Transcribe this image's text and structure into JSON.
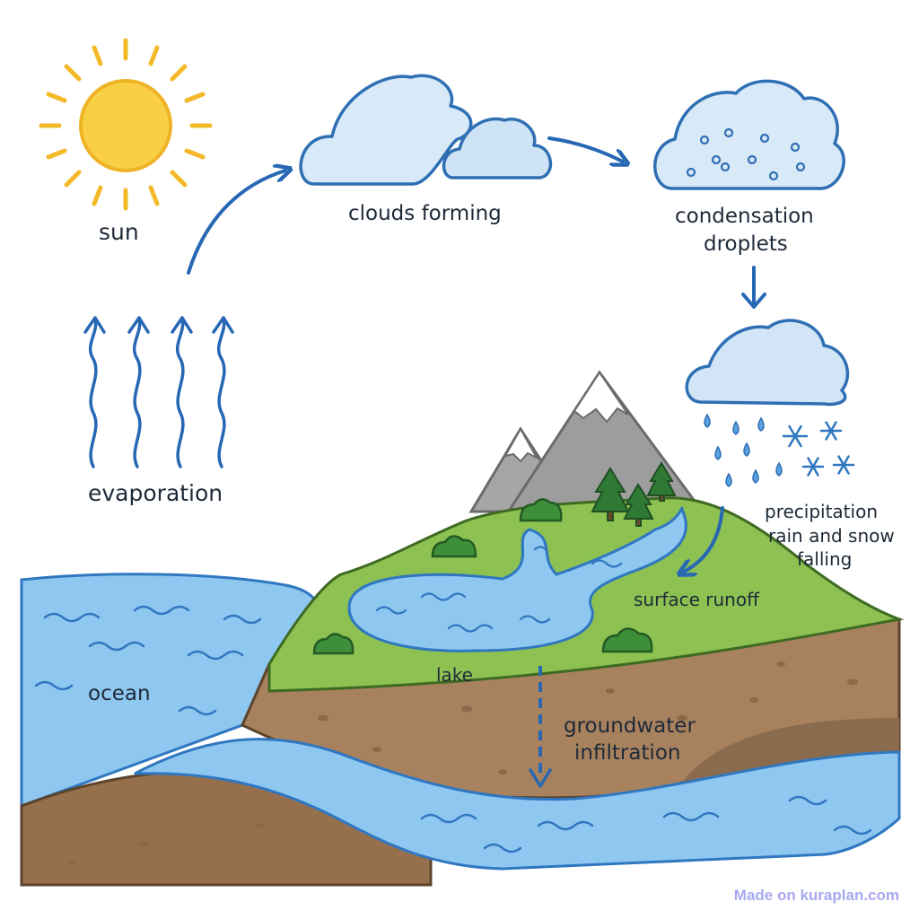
{
  "labels": {
    "sun": "sun",
    "clouds_forming": "clouds forming",
    "condensation_line1": "condensation",
    "condensation_line2": "droplets",
    "evaporation": "evaporation",
    "precipitation_line1": "precipitation",
    "precipitation_line2": "rain and snow",
    "precipitation_line3": "falling",
    "surface_runoff": "surface runoff",
    "ocean": "ocean",
    "lake": "lake",
    "groundwater_line1": "groundwater",
    "groundwater_line2": "infiltration"
  },
  "watermark": "Made on kuraplan.com",
  "colors": {
    "water": "#8ec7ef",
    "water_line": "#2f77c0",
    "grass": "#8dc152",
    "soil": "#a8825e",
    "sun": "#f8cf45",
    "arrow": "#2767b4"
  }
}
